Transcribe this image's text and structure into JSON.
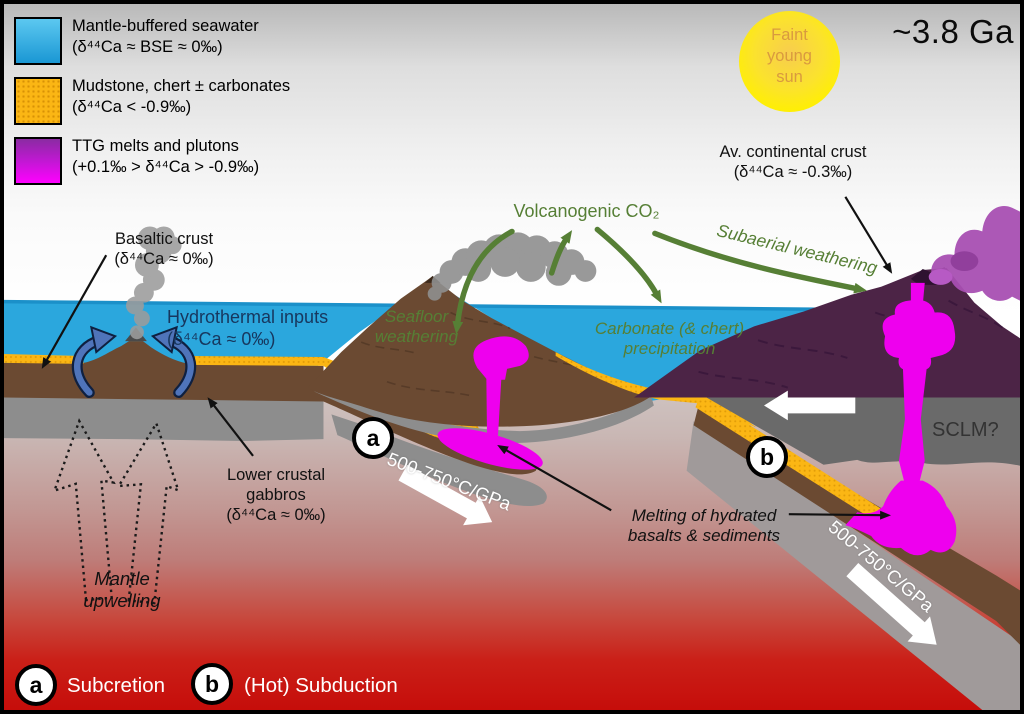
{
  "title": "~3.8 Ga",
  "sun": {
    "line1": "Faint",
    "line2": "young",
    "line3": "sun"
  },
  "legend": {
    "items": [
      {
        "swatch": "seawater-blue-gradient",
        "line1": "Mantle-buffered seawater",
        "line2": "(δ⁴⁴Ca ≈ BSE ≈ 0‰)"
      },
      {
        "swatch": "mudstone-yellow-dotted",
        "line1": "Mudstone, chert ± carbonates",
        "line2": "(δ⁴⁴Ca < -0.9‰)"
      },
      {
        "swatch": "ttg-purple-magenta-gradient",
        "line1": "TTG melts and plutons",
        "line2": "(+0.1‰ > δ⁴⁴Ca > -0.9‰)"
      }
    ]
  },
  "labels": {
    "basaltic_crust": {
      "line1": "Basaltic crust",
      "line2": "(δ⁴⁴Ca ≈ 0‰)"
    },
    "hydrothermal": {
      "line1": "Hydrothermal inputs",
      "line2": "(δ⁴⁴Ca ≈ 0‰)"
    },
    "volcanogenic_co2": "Volcanogenic CO₂",
    "subaerial_weathering": "Subaerial weathering",
    "seafloor_weathering": {
      "line1": "Seafloor",
      "line2": "weathering"
    },
    "carbonate_precipitation": {
      "line1": "Carbonate (& chert)",
      "line2": "precipitation"
    },
    "av_continental_crust": {
      "line1": "Av. continental crust",
      "line2": "(δ⁴⁴Ca ≈ -0.3‰)"
    },
    "lower_crustal_gabbros": {
      "line1": "Lower crustal",
      "line2": "gabbros",
      "line3": "(δ⁴⁴Ca ≈ 0‰)"
    },
    "mantle_upwelling": {
      "line1": "Mantle",
      "line2": "upwelling"
    },
    "melting": {
      "line1": "Melting of hydrated",
      "line2": "basalts & sediments"
    },
    "sclm": "SCLM?",
    "pt_path": "500-750°C/GPa"
  },
  "markers": {
    "a": "a",
    "b": "b"
  },
  "key": {
    "a_label": "Subcretion",
    "b_label": "(Hot) Subduction"
  },
  "colors": {
    "seawater": "#2ba7dd",
    "sediment_yellow": "#fbb614",
    "basalt_brown": "#6b4a32",
    "gabbro_grey": "#8d8d8d",
    "sclm_grey": "#6a6a6a",
    "continental_purple": "#4c2446",
    "ttg_magenta": "#ee00ee",
    "mantle_red": "#c60d0a",
    "annotation_green": "#567f35",
    "hydrothermal_navy": "#17375e"
  }
}
